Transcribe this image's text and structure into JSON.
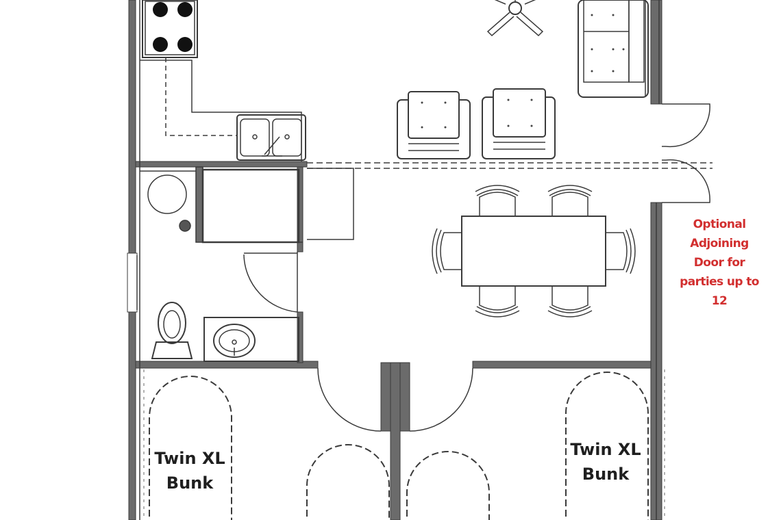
{
  "floor_plan": {
    "bunk_left": {
      "line1": "Twin XL",
      "line2": "Bunk"
    },
    "bunk_right": {
      "line1": "Twin XL",
      "line2": "Bunk"
    },
    "adjoining_note": {
      "lines": [
        "Optional",
        "Adjoining",
        "Door for",
        "parties up to",
        "12"
      ],
      "color": "#d22f2f"
    },
    "colors": {
      "wall": "#6b6b6b",
      "line": "#3a3a3a",
      "background": "#ffffff"
    }
  }
}
